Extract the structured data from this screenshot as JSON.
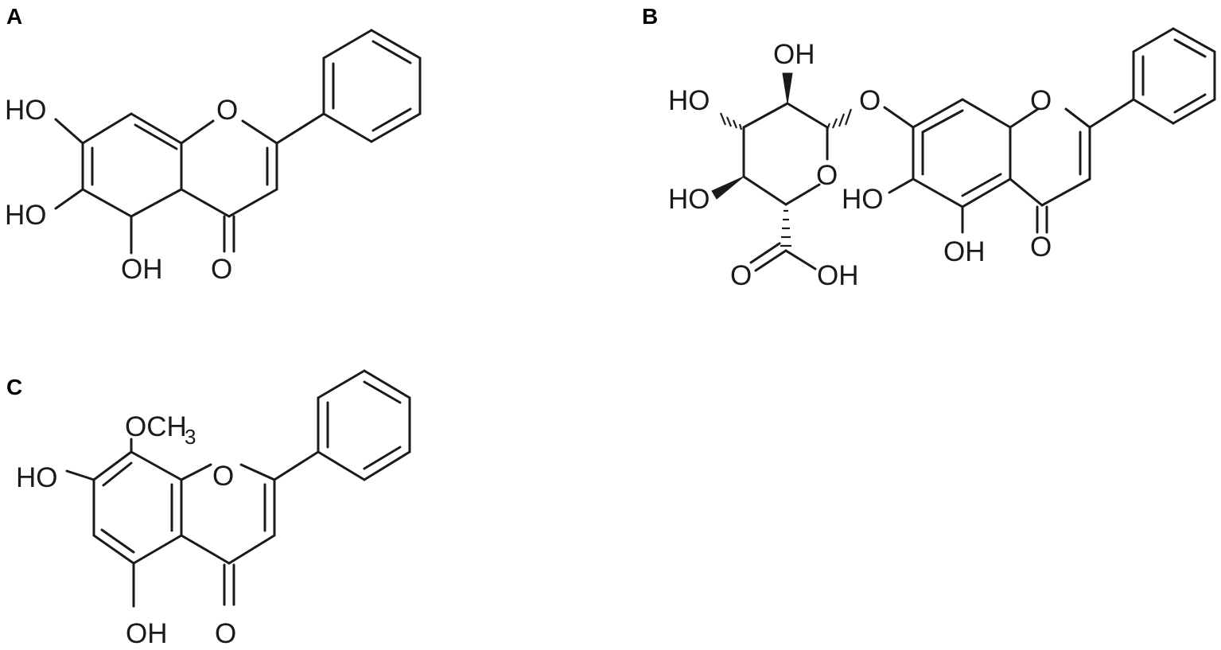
{
  "panels": [
    {
      "label": "A",
      "atoms": {
        "ho_7": "HO",
        "ho_6": "HO",
        "oh_5": "OH",
        "ring_o": "O",
        "carbonyl_o": "O"
      }
    },
    {
      "label": "B",
      "atoms": {
        "sugar_oh_top": "OH",
        "sugar_ho_left": "HO",
        "sugar_ho_lower": "HO",
        "sugar_ring_o": "O",
        "glycosidic_o": "O",
        "acid_o": "O",
        "acid_oh": "OH",
        "ring_o": "O",
        "ho_6": "HO",
        "oh_5": "OH",
        "carbonyl_o": "O"
      }
    },
    {
      "label": "C",
      "atoms": {
        "methoxy_o": "OCH",
        "methoxy_sub": "3",
        "ho_7": "HO",
        "ring_o": "O",
        "oh_5": "OH",
        "carbonyl_o": "O"
      }
    }
  ],
  "colors": {
    "ink": "#1a1a1a",
    "background": "#ffffff"
  }
}
